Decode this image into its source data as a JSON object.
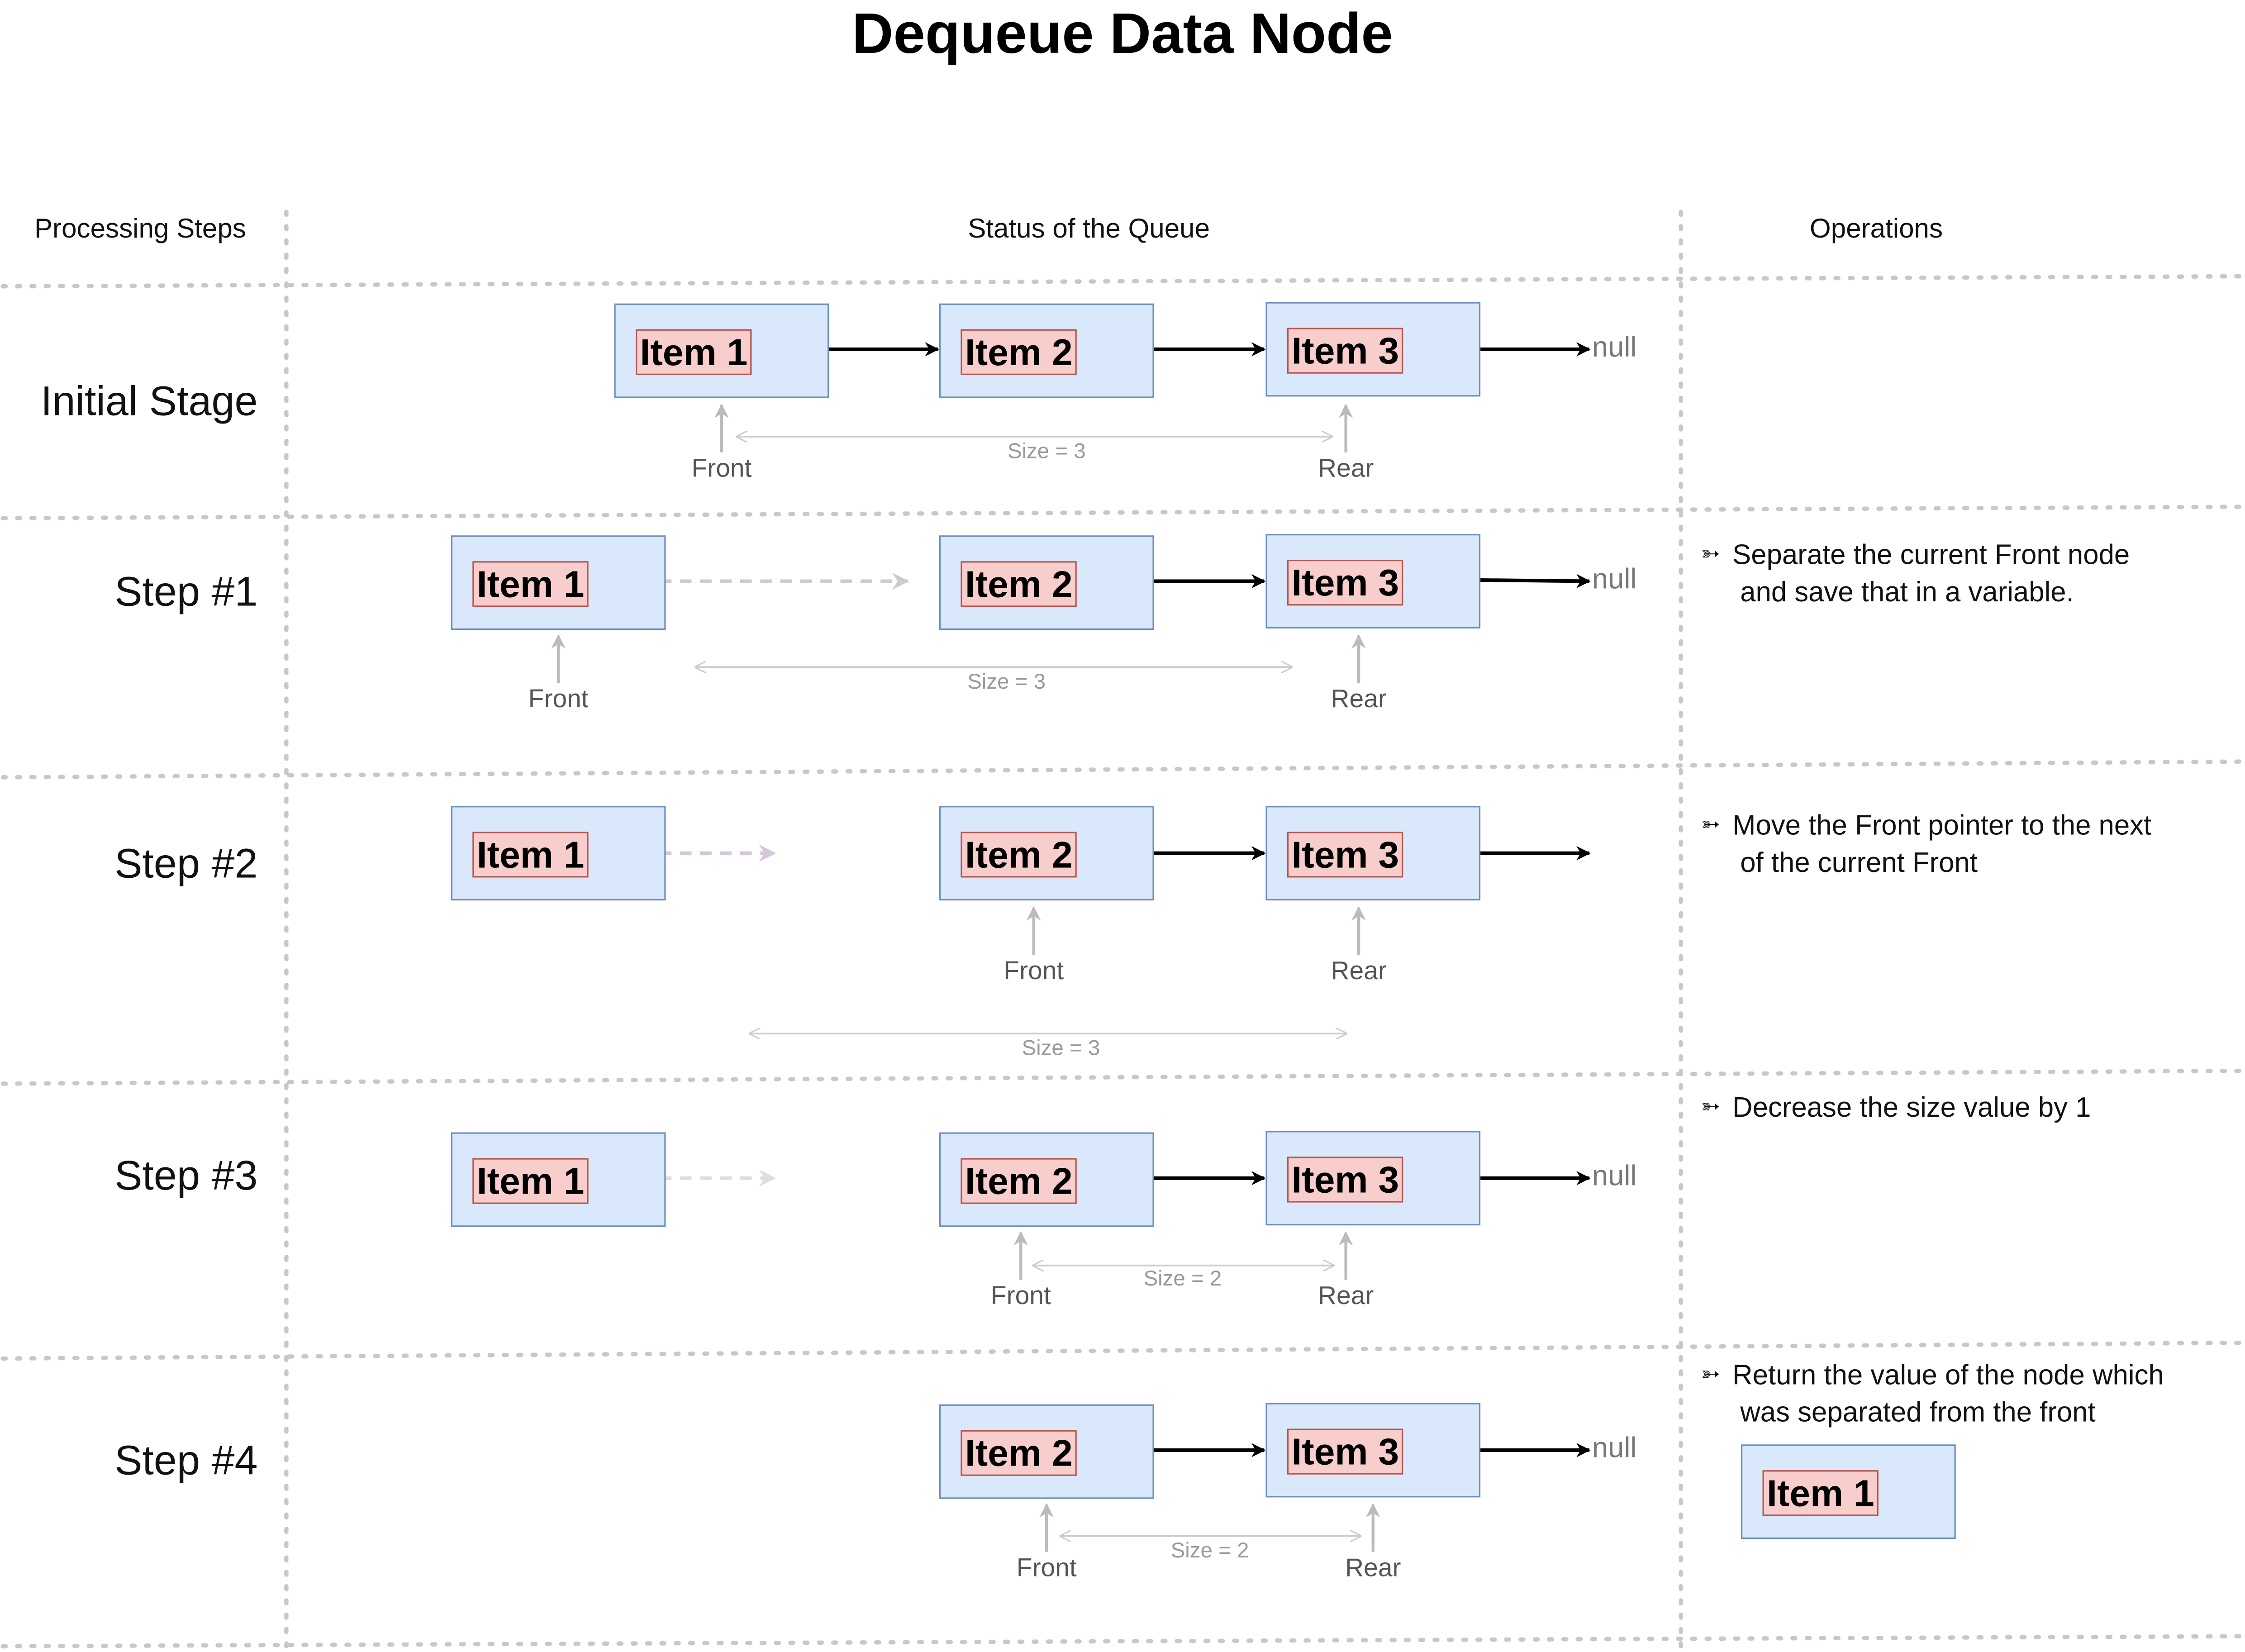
{
  "title": "Dequeue Data Node",
  "columns": {
    "steps": "Processing Steps",
    "status": "Status of the Queue",
    "operations": "Operations"
  },
  "rows": [
    {
      "label": "Initial Stage",
      "item1": "Item 1",
      "item2": "Item 2",
      "item3": "Item 3",
      "null": "null",
      "front": "Front",
      "rear": "Rear",
      "size": "Size = 3"
    },
    {
      "label": "Step #1",
      "item1": "Item 1",
      "item2": "Item 2",
      "item3": "Item 3",
      "null": "null",
      "front": "Front",
      "rear": "Rear",
      "size": "Size = 3",
      "operation": [
        "Separate the current Front node",
        "and save that in a variable."
      ]
    },
    {
      "label": "Step #2",
      "item1": "Item 1",
      "item2": "Item 2",
      "item3": "Item 3",
      "front": "Front",
      "rear": "Rear",
      "size": "Size = 3",
      "operation": [
        "Move the Front pointer to the next",
        "of the current Front"
      ]
    },
    {
      "label": "Step #3",
      "item1": "Item 1",
      "item2": "Item 2",
      "item3": "Item 3",
      "null": "null",
      "front": "Front",
      "rear": "Rear",
      "size": "Size = 2",
      "operation": [
        "Decrease the size value by 1"
      ]
    },
    {
      "label": "Step #4",
      "item2": "Item 2",
      "item3": "Item 3",
      "null": "null",
      "front": "Front",
      "rear": "Rear",
      "size": "Size = 2",
      "operation": [
        "Return the value of the node which",
        "was separated from the front"
      ],
      "returned": "Item 1"
    }
  ],
  "icons": {
    "operation_bullet": "arrow-right-icon"
  },
  "colors": {
    "node_fill": "#dae8fc",
    "node_border": "#6c8ebf",
    "item_fill": "#f8cecc",
    "item_border": "#b85450",
    "faded_arrow": "#d5c4dc"
  }
}
